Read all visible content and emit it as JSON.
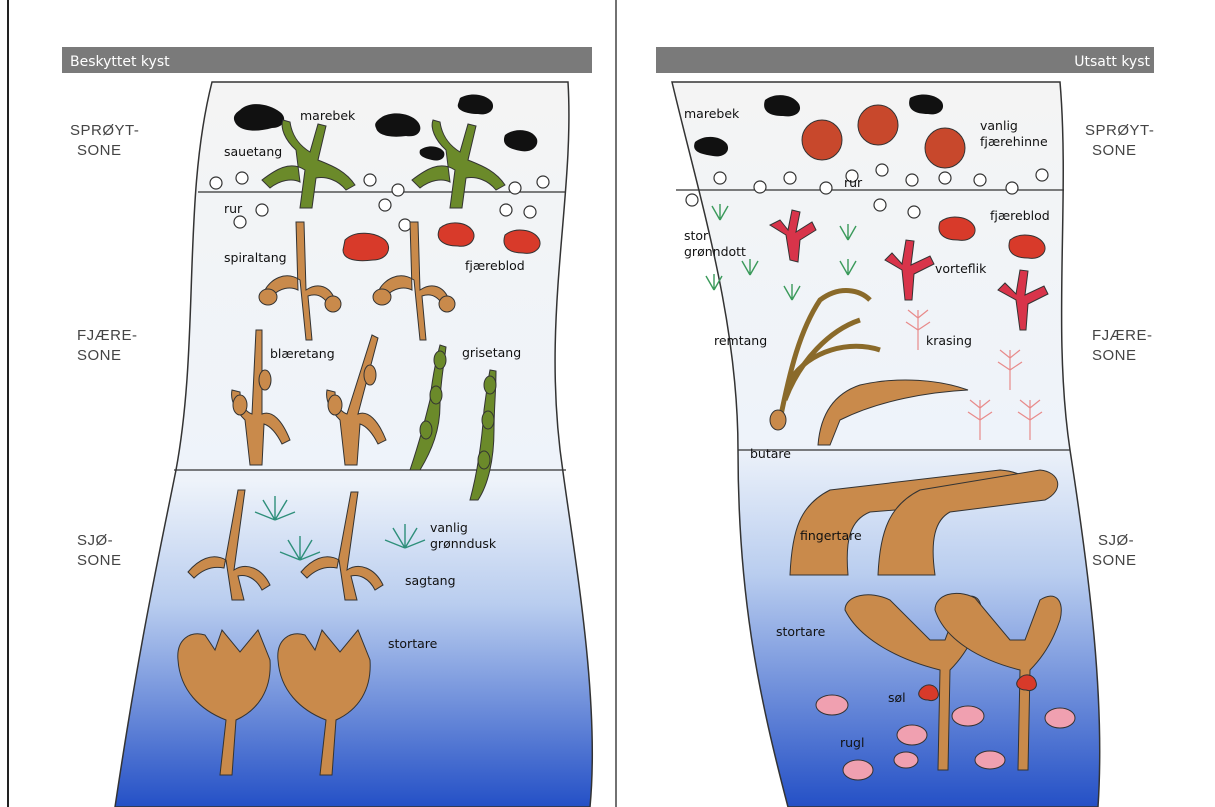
{
  "left_panel": {
    "title": "Beskyttet kyst",
    "zones": [
      "SPRØYT-",
      "SONE",
      "FJÆRE-",
      "SONE",
      "SJØ-",
      "SONE"
    ],
    "labels": {
      "marebek": "marebek",
      "sauetang": "sauetang",
      "rur": "rur",
      "spiraltang": "spiraltang",
      "fjaereblod": "fjæreblod",
      "blaeretang": "blæretang",
      "grisetang": "grisetang",
      "vanlig": "vanlig",
      "gronndusk": "grønndusk",
      "sagtang": "sagtang",
      "stortare": "stortare"
    }
  },
  "right_panel": {
    "title": "Utsatt kyst",
    "zones": [
      "SPRØYT-",
      "SONE",
      "FJÆRE-",
      "SONE",
      "SJØ-",
      "SONE"
    ],
    "labels": {
      "marebek": "marebek",
      "vanlig": "vanlig",
      "fjaerehinne": "fjærehinne",
      "rur": "rur",
      "stor": "stor",
      "gronndott": "grønndott",
      "fjaereblod": "fjæreblod",
      "vorteflik": "vorteflik",
      "remtang": "remtang",
      "krasing": "krasing",
      "butare": "butare",
      "fingertare": "fingertare",
      "stortare": "stortare",
      "sol": "søl",
      "rugl": "rugl"
    }
  },
  "colors": {
    "header_bg": "#7a7a7a",
    "black_lichen": "#111111",
    "green_algae": "#6b8a2a",
    "brown_algae": "#c98a4b",
    "red_algae": "#d83a2a",
    "pink_algae": "#e8a0a8",
    "water_top": "#f2f6fb",
    "water_bottom": "#2a57c8"
  }
}
